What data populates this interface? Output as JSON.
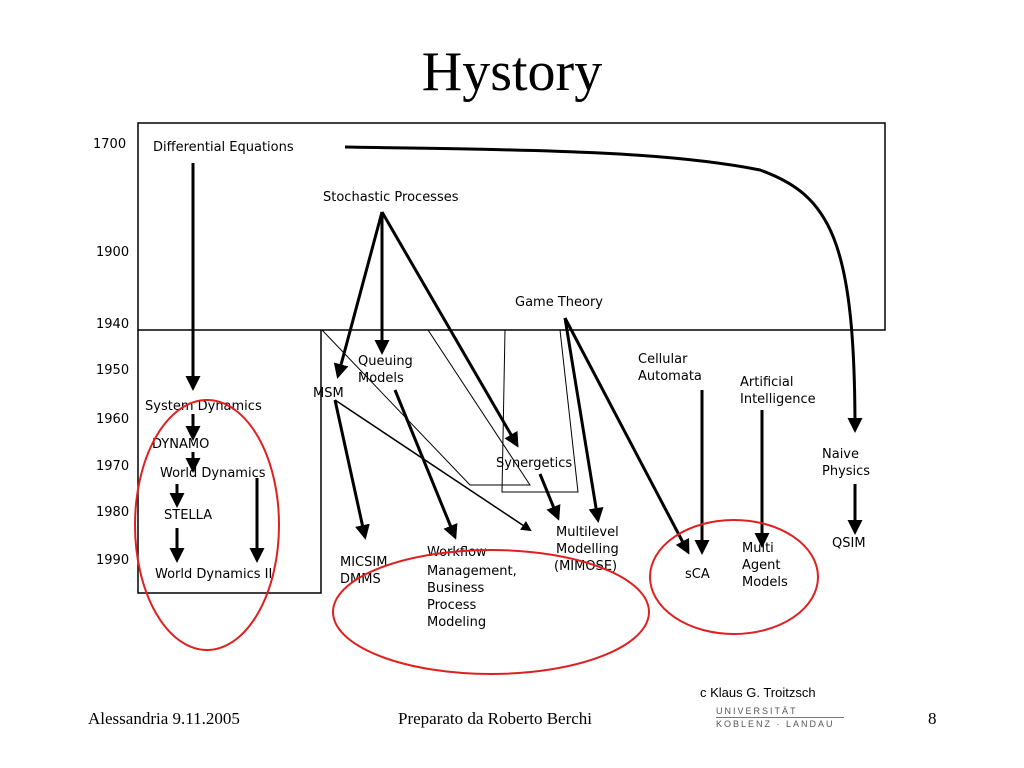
{
  "slide": {
    "title": "Hystory",
    "footer_left": "Alessandria 9.11.2005",
    "footer_center": "Preparato da Roberto Berchi",
    "copyright": "c Klaus G. Troitzsch",
    "logo_line1": "UNIVERSITÄT",
    "logo_line2": "KOBLENZ · LANDAU",
    "page_number": "8"
  },
  "years": [
    "1700",
    "1900",
    "1940",
    "1950",
    "1960",
    "1970",
    "1980",
    "1990"
  ],
  "nodes": {
    "diff_eq": "Differential Equations",
    "stochastic": "Stochastic Processes",
    "game_theory": "Game Theory",
    "queuing_1": "Queuing",
    "queuing_2": "Models",
    "msm": "MSM",
    "cellular_1": "Cellular",
    "cellular_2": "Automata",
    "ai_1": "Artificial",
    "ai_2": "Intelligence",
    "system_dynamics": "System Dynamics",
    "dynamo": "DYNAMO",
    "world_dynamics": "World Dynamics",
    "stella": "STELLA",
    "world_dynamics_2": "World Dynamics II",
    "synergetics": "Synergetics",
    "micsim_1": "MICSIM",
    "micsim_2": "DMMS",
    "workflow_1": "Workflow",
    "workflow_2": "Management,",
    "workflow_3": "Business",
    "workflow_4": "Process",
    "workflow_5": "Modeling",
    "multilevel_1": "Multilevel",
    "multilevel_2": "Modelling",
    "multilevel_3": "(MIMOSE)",
    "sca": "sCA",
    "mam_1": "Multi",
    "mam_2": "Agent",
    "mam_3": "Models",
    "naive_1": "Naive",
    "naive_2": "Physics",
    "qsim": "QSIM"
  },
  "colors": {
    "ink": "#000000",
    "highlight": "#e02020"
  }
}
